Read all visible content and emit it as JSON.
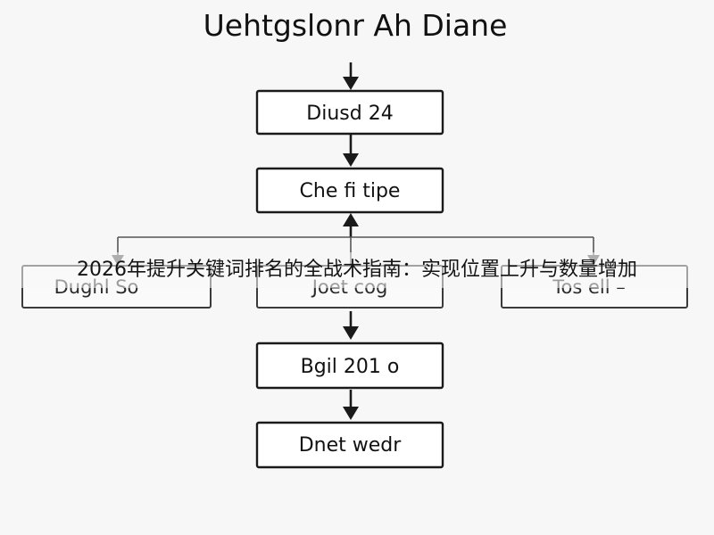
{
  "diagram": {
    "title": "Uehtgslonr Ah Diane",
    "nodes": [
      {
        "id": "n1",
        "label": "Diusd 24"
      },
      {
        "id": "n2",
        "label": "Che fi tipe"
      },
      {
        "id": "n3",
        "label": "Dughl So"
      },
      {
        "id": "n4",
        "label": "Joet cog"
      },
      {
        "id": "n5",
        "label": "Tos ell –"
      },
      {
        "id": "n6",
        "label": "Bgil 201 o"
      },
      {
        "id": "n7",
        "label": "Dnet wedr"
      }
    ]
  },
  "overlay": {
    "caption": "2026年提升关键词排名的全战术指南：实现位置上升与数量增加"
  }
}
